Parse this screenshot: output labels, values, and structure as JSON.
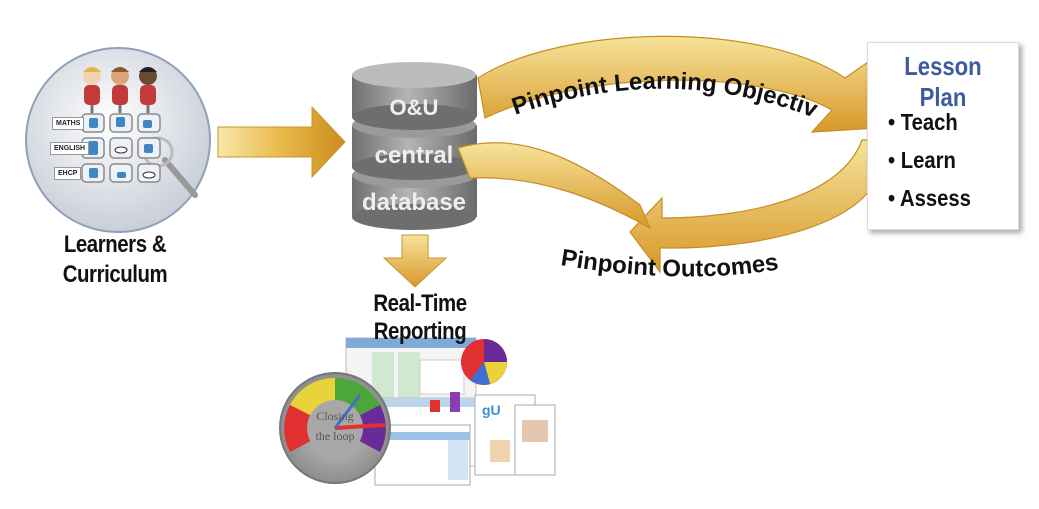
{
  "learners": {
    "line1": "Learners &",
    "line2": "Curriculum",
    "rows": [
      "MATHS",
      "ENGLISH",
      "EHCP"
    ]
  },
  "database": {
    "line1": "O&U",
    "line2": "central",
    "line3": "database"
  },
  "cycle": {
    "top": "Pinpoint Learning Objectives",
    "bottom": "Pinpoint Outcomes"
  },
  "lesson_plan": {
    "title": "Lesson Plan",
    "items": [
      "• Teach",
      "• Learn",
      "• Assess"
    ]
  },
  "reporting": {
    "label": "Real-Time Reporting",
    "gauge_text1": "Closing",
    "gauge_text2": "the loop"
  },
  "colors": {
    "arrow_gold": "#e8b84a",
    "lesson_blue": "#3e5aa0",
    "db_gray": "#8a8a8a"
  }
}
